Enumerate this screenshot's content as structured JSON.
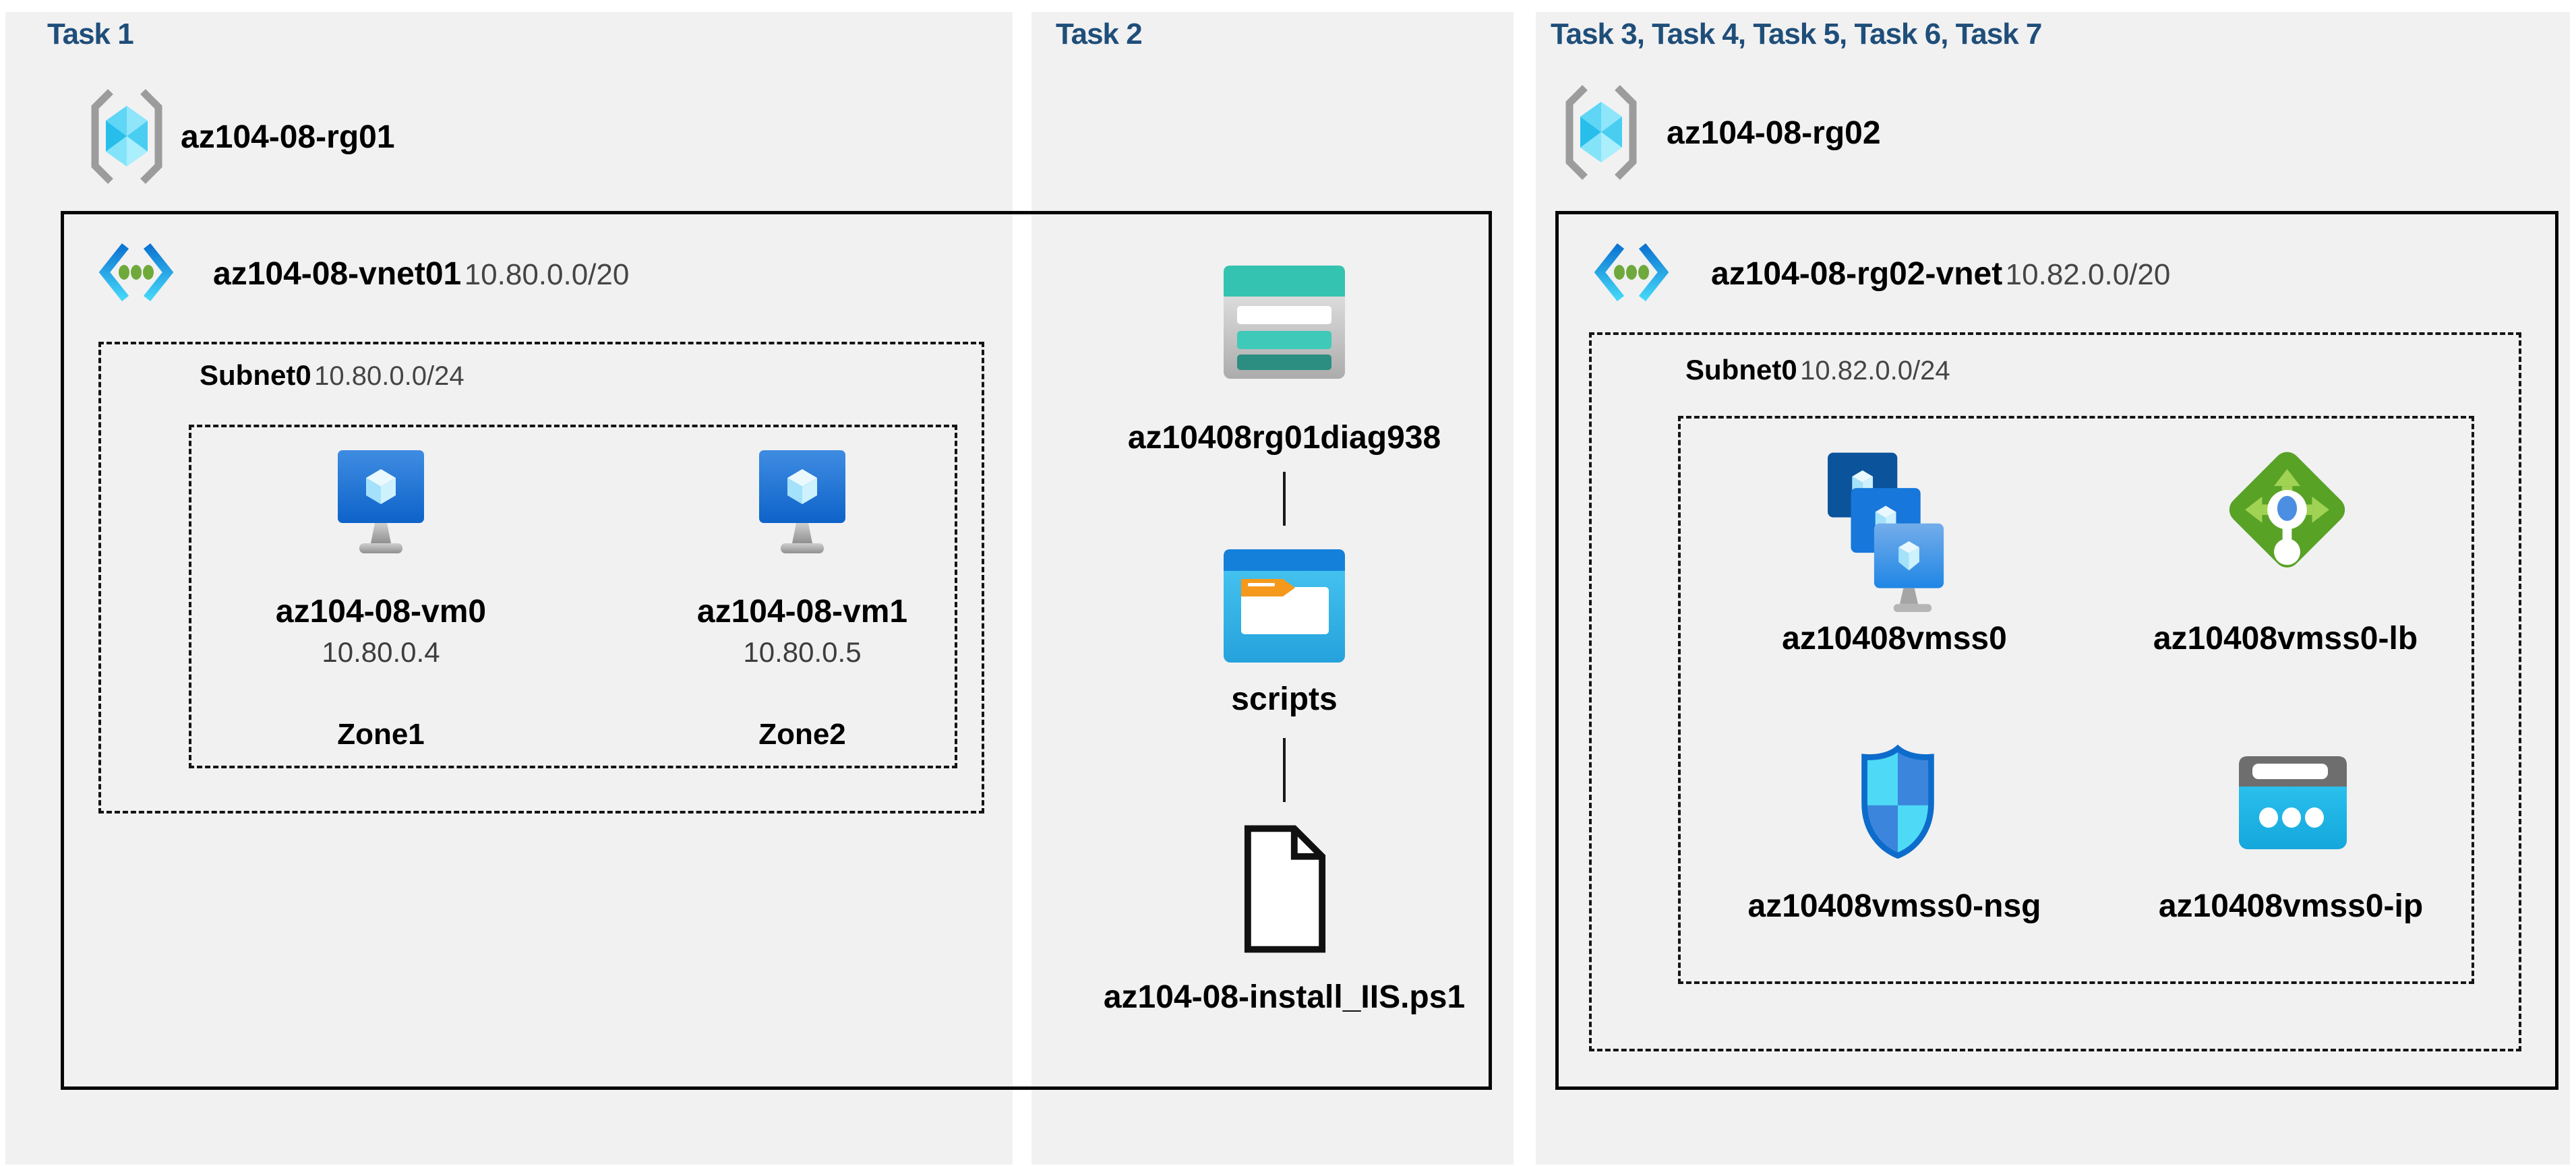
{
  "colors": {
    "heading": "#1F4E79",
    "panel_bg": "#f1f1f2",
    "vnet_blue": "#0C74D2",
    "vm_blue": "#1565C8",
    "storage_teal": "#34C3B1",
    "folder_blue": "#1480DA",
    "lb_green": "#58A226",
    "nsg_blue": "#3B85DC",
    "ip_cyan": "#2FC8F2"
  },
  "panels": {
    "task1": {
      "heading": "Task 1"
    },
    "task2": {
      "heading": "Task 2"
    },
    "task3": {
      "heading": "Task 3, Task 4, Task 5, Task 6, Task 7"
    }
  },
  "left": {
    "resource_group": "az104-08-rg01",
    "vnet": {
      "name": "az104-08-vnet01",
      "cidr": "10.80.0.0/20"
    },
    "subnet": {
      "name": "Subnet0",
      "cidr": "10.80.0.0/24"
    },
    "vms": [
      {
        "name": "az104-08-vm0",
        "ip": "10.80.0.4",
        "zone": "Zone1",
        "icon": "virtual-machine"
      },
      {
        "name": "az104-08-vm1",
        "ip": "10.80.0.5",
        "zone": "Zone2",
        "icon": "virtual-machine"
      }
    ]
  },
  "middle": {
    "storage_account": {
      "name": "az10408rg01diag938",
      "icon": "storage-account"
    },
    "container": {
      "name": "scripts",
      "icon": "blob-container"
    },
    "file": {
      "name": "az104-08-install_IIS.ps1",
      "icon": "script-file"
    }
  },
  "right": {
    "resource_group": "az104-08-rg02",
    "vnet": {
      "name": "az104-08-rg02-vnet",
      "cidr": "10.82.0.0/20"
    },
    "subnet": {
      "name": "Subnet0",
      "cidr": "10.82.0.0/24"
    },
    "resources": [
      {
        "name": "az10408vmss0",
        "icon": "vm-scale-set"
      },
      {
        "name": "az10408vmss0-lb",
        "icon": "load-balancer"
      },
      {
        "name": "az10408vmss0-nsg",
        "icon": "network-security-group"
      },
      {
        "name": "az10408vmss0-ip",
        "icon": "public-ip"
      }
    ]
  }
}
